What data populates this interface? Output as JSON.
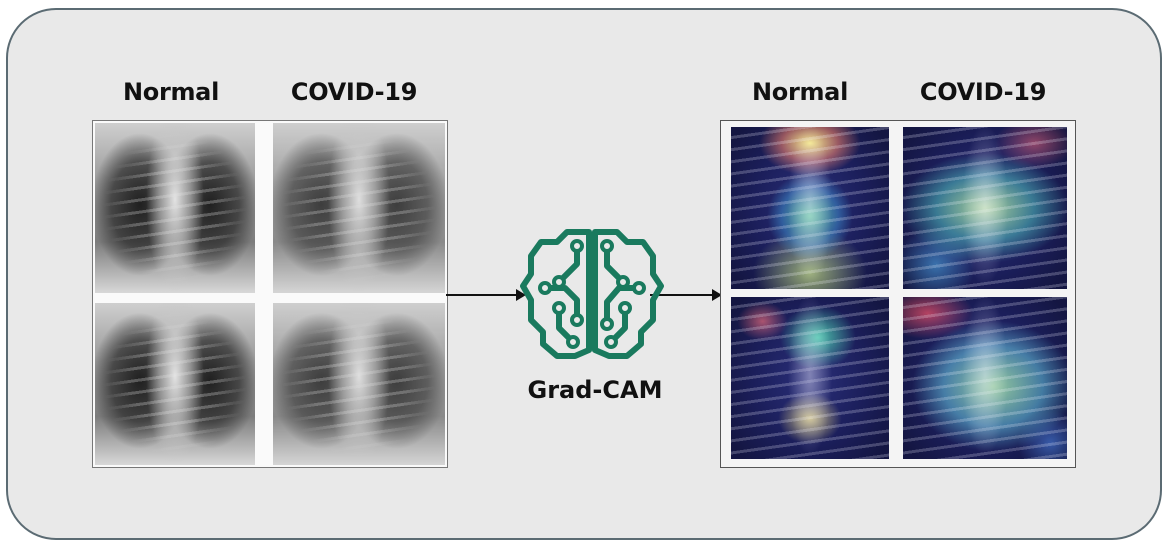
{
  "input_labels": {
    "normal": "Normal",
    "covid": "COVID-19"
  },
  "output_labels": {
    "normal": "Normal",
    "covid": "COVID-19"
  },
  "method": {
    "name": "Grad-CAM",
    "icon": "brain-circuit-icon",
    "color": "#1a7a5e"
  },
  "colors": {
    "panel_bg": "#e9e9e9",
    "panel_border": "#5b6b73"
  }
}
